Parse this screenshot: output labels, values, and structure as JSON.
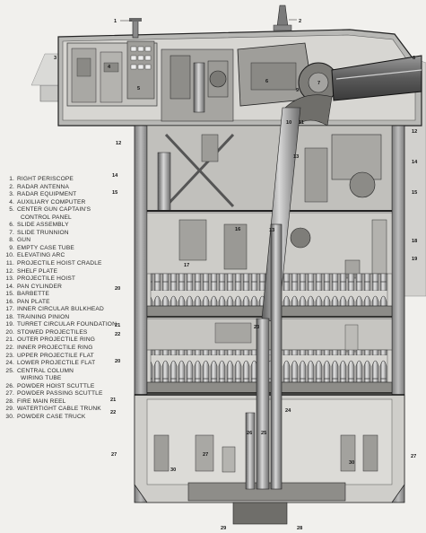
{
  "legend": [
    {
      "num": "1.",
      "text": "RIGHT PERISCOPE"
    },
    {
      "num": "2.",
      "text": "RADAR ANTENNA"
    },
    {
      "num": "3.",
      "text": "RADAR EQUIPMENT"
    },
    {
      "num": "4.",
      "text": "AUXILIARY COMPUTER"
    },
    {
      "num": "5.",
      "text": "CENTER GUN CAPTAIN'S\n  CONTROL PANEL"
    },
    {
      "num": "6.",
      "text": "SLIDE ASSEMBLY"
    },
    {
      "num": "7.",
      "text": "SLIDE TRUNNION"
    },
    {
      "num": "8.",
      "text": "GUN"
    },
    {
      "num": "9.",
      "text": "EMPTY CASE TUBE"
    },
    {
      "num": "10.",
      "text": "ELEVATING ARC"
    },
    {
      "num": "11.",
      "text": "PROJECTILE HOIST CRADLE"
    },
    {
      "num": "12.",
      "text": "SHELF PLATE"
    },
    {
      "num": "13.",
      "text": "PROJECTILE HOIST"
    },
    {
      "num": "14.",
      "text": "PAN CYLINDER"
    },
    {
      "num": "15.",
      "text": "BARBETTE"
    },
    {
      "num": "16.",
      "text": "PAN PLATE"
    },
    {
      "num": "17.",
      "text": "INNER CIRCULAR BULKHEAD"
    },
    {
      "num": "18.",
      "text": "TRAINING PINION"
    },
    {
      "num": "19.",
      "text": "TURRET CIRCULAR FOUNDATION"
    },
    {
      "num": "20.",
      "text": "STOWED PROJECTILES"
    },
    {
      "num": "21.",
      "text": "OUTER PROJECTILE RING"
    },
    {
      "num": "22.",
      "text": "INNER PROJECTILE RING"
    },
    {
      "num": "23.",
      "text": "UPPER PROJECTILE FLAT"
    },
    {
      "num": "24.",
      "text": "LOWER PROJECTILE FLAT"
    },
    {
      "num": "25.",
      "text": "CENTRAL COLUMN\n  WIRING TUBE"
    },
    {
      "num": "26.",
      "text": "POWDER HOIST SCUTTLE"
    },
    {
      "num": "27.",
      "text": "POWDER PASSING SCUTTLE"
    },
    {
      "num": "28.",
      "text": "FIRE MAIN REEL"
    },
    {
      "num": "29.",
      "text": "WATERTIGHT CABLE TRUNK"
    },
    {
      "num": "30.",
      "text": "POWDER CASE TRUCK"
    }
  ],
  "callouts": [
    {
      "id": "1",
      "label": "1"
    },
    {
      "id": "2",
      "label": "2"
    },
    {
      "id": "3",
      "label": "3"
    },
    {
      "id": "4",
      "label": "4"
    },
    {
      "id": "5",
      "label": "5"
    },
    {
      "id": "6",
      "label": "6"
    },
    {
      "id": "7",
      "label": "7"
    },
    {
      "id": "8",
      "label": "8"
    },
    {
      "id": "9",
      "label": "9"
    },
    {
      "id": "10",
      "label": "10"
    },
    {
      "id": "11",
      "label": "11"
    },
    {
      "id": "12a",
      "label": "12"
    },
    {
      "id": "12b",
      "label": "12"
    },
    {
      "id": "13a",
      "label": "13"
    },
    {
      "id": "13b",
      "label": "13"
    },
    {
      "id": "14a",
      "label": "14"
    },
    {
      "id": "14b",
      "label": "14"
    },
    {
      "id": "15a",
      "label": "15"
    },
    {
      "id": "15b",
      "label": "15"
    },
    {
      "id": "16",
      "label": "16"
    },
    {
      "id": "17",
      "label": "17"
    },
    {
      "id": "18",
      "label": "18"
    },
    {
      "id": "19",
      "label": "19"
    },
    {
      "id": "20a",
      "label": "20"
    },
    {
      "id": "20b",
      "label": "20"
    },
    {
      "id": "21a",
      "label": "21"
    },
    {
      "id": "21b",
      "label": "21"
    },
    {
      "id": "22a",
      "label": "22"
    },
    {
      "id": "22b",
      "label": "22"
    },
    {
      "id": "23",
      "label": "23"
    },
    {
      "id": "24",
      "label": "24"
    },
    {
      "id": "25",
      "label": "25"
    },
    {
      "id": "26",
      "label": "26"
    },
    {
      "id": "27a",
      "label": "27"
    },
    {
      "id": "27b",
      "label": "27"
    },
    {
      "id": "27c",
      "label": "27"
    },
    {
      "id": "28",
      "label": "28"
    },
    {
      "id": "29",
      "label": "29"
    },
    {
      "id": "30a",
      "label": "30"
    },
    {
      "id": "30b",
      "label": "30"
    }
  ]
}
